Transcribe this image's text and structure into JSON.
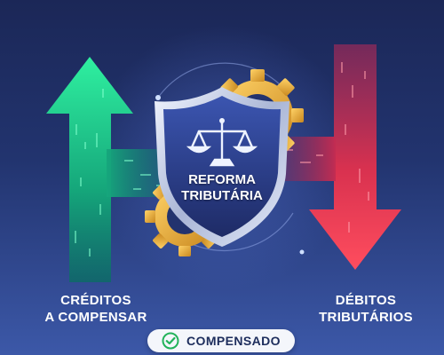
{
  "center": {
    "line1": "REFORMA",
    "line2": "TRIBUTÁRIA"
  },
  "credits": {
    "line1": "CRÉDITOS",
    "line2": "A COMPENSAR"
  },
  "debits": {
    "line1": "DÉBITOS",
    "line2": "TRIBUTÁRIOS"
  },
  "badge": {
    "label": "COMPENSADO",
    "icon": "check-circle-icon"
  },
  "icons": [
    "balance-scale-icon",
    "gear-icon",
    "shield-icon",
    "arrow-up-icon",
    "arrow-down-icon"
  ],
  "colors": {
    "background_top": "#1b2757",
    "background_bottom": "#3c58a8",
    "credit_green": "#1fd08a",
    "debit_red": "#e8344f",
    "gear_gold": "#e8b43a",
    "shield_navy": "#2b3d86",
    "badge_check": "#22b35a"
  }
}
